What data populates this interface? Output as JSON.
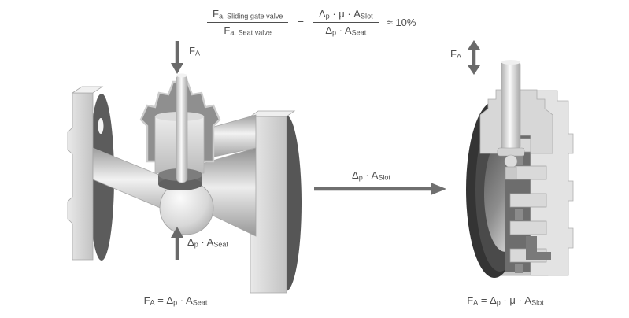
{
  "header_formula": {
    "lhs_numerator": [
      "F",
      "a, Sliding gate valve"
    ],
    "lhs_denominator": [
      "F",
      "a, Seat valve"
    ],
    "equals": "=",
    "rhs_numerator": [
      "Δ",
      "p",
      " · μ · A",
      "Slot"
    ],
    "rhs_denominator": [
      "Δ",
      "p",
      " · A",
      "Seat"
    ],
    "approx_result": "≈ 10%"
  },
  "seat_valve": {
    "force_arrow_label": [
      "F",
      "A"
    ],
    "pressure_arrow_label": [
      "Δ",
      "p",
      " · A",
      "Seat"
    ],
    "caption": [
      "F",
      "A",
      " = Δ",
      "p",
      " · A",
      "Seat"
    ]
  },
  "transition_arrow": {
    "label": [
      "Δ",
      "p",
      " · A",
      "Slot"
    ]
  },
  "sliding_gate_valve": {
    "force_arrow_label": [
      "F",
      "A"
    ],
    "caption": [
      "F",
      "A",
      " = Δ",
      "p",
      " · μ · A",
      "Slot"
    ]
  },
  "colors": {
    "background": "#ffffff",
    "text": "#4e4e4e",
    "arrow": "#6a6a6a",
    "fraction_bar": "#4e4e4e",
    "metal_light": "#e3e3e3",
    "metal_mid": "#9a9a9a",
    "metal_dark": "#4a4a4a",
    "body_dark": "#3e3e3e"
  }
}
